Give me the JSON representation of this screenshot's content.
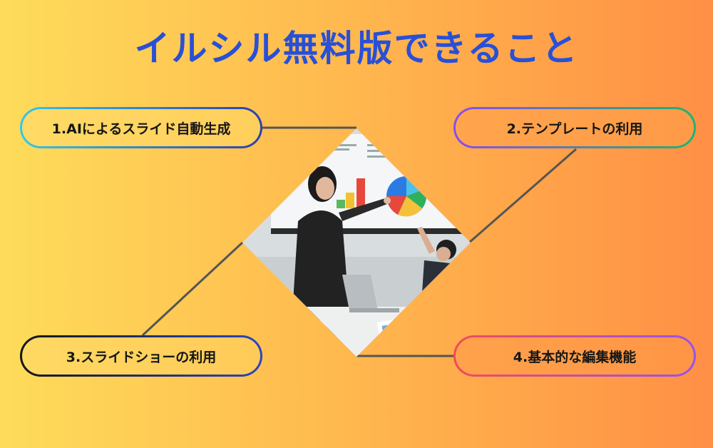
{
  "title": "イルシル無料版できること",
  "items": [
    {
      "label": "1.AIによるスライド自動生成"
    },
    {
      "label": "2.テンプレートの利用"
    },
    {
      "label": "3.スライドショーの利用"
    },
    {
      "label": "4.基本的な編集機能"
    }
  ],
  "colors": {
    "title": "#2850d6",
    "background_left": "#fedc5a",
    "background_right": "#ff8f45"
  }
}
